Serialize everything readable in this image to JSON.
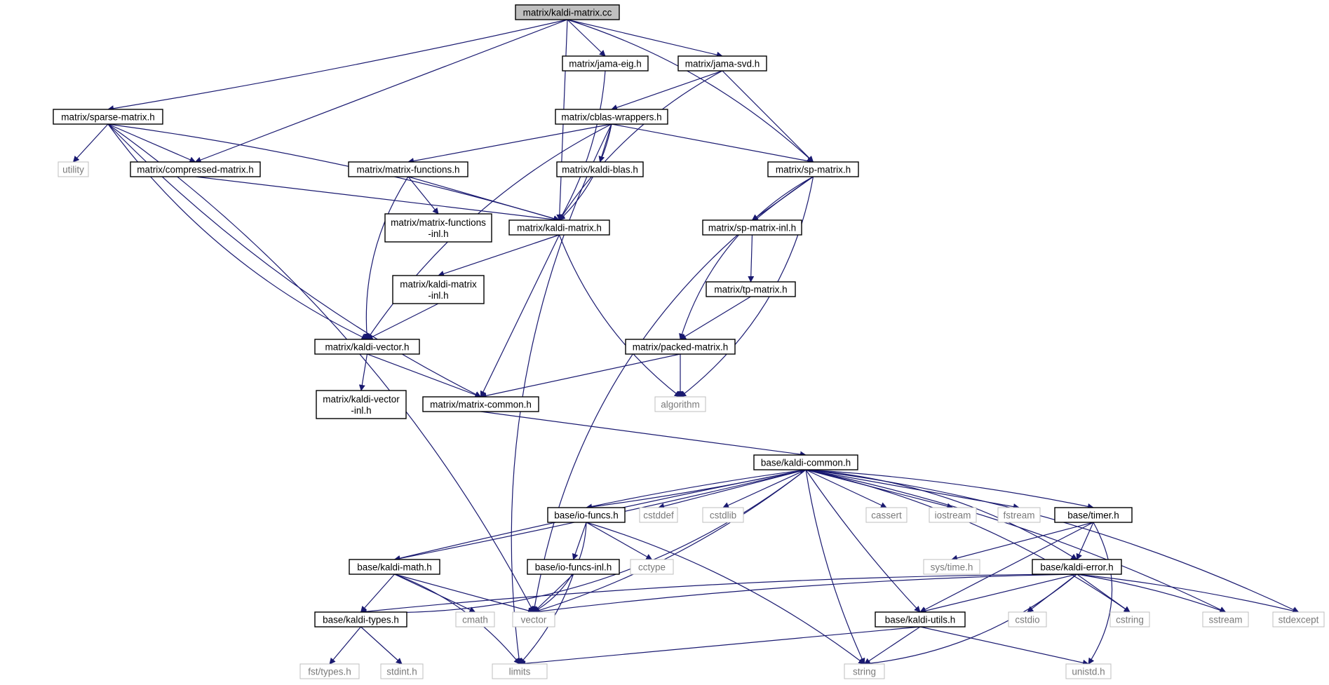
{
  "diagram": {
    "type": "include-dependency-graph",
    "colors": {
      "edge": "#191970",
      "root_fill": "#bfbfbf",
      "node_border": "#000000",
      "system_border": "#bfbfbf",
      "background": "#ffffff"
    },
    "nodes": [
      {
        "id": "root",
        "label": [
          "matrix/kaldi-matrix.cc"
        ],
        "kind": "root"
      },
      {
        "id": "sparse",
        "label": [
          "matrix/sparse-matrix.h"
        ],
        "kind": "header"
      },
      {
        "id": "jamaeig",
        "label": [
          "matrix/jama-eig.h"
        ],
        "kind": "header"
      },
      {
        "id": "jamasvd",
        "label": [
          "matrix/jama-svd.h"
        ],
        "kind": "header"
      },
      {
        "id": "cblas",
        "label": [
          "matrix/cblas-wrappers.h"
        ],
        "kind": "header"
      },
      {
        "id": "utility",
        "label": [
          "utility"
        ],
        "kind": "system"
      },
      {
        "id": "compressed",
        "label": [
          "matrix/compressed-matrix.h"
        ],
        "kind": "header"
      },
      {
        "id": "mfuncs",
        "label": [
          "matrix/matrix-functions.h"
        ],
        "kind": "header"
      },
      {
        "id": "kblas",
        "label": [
          "matrix/kaldi-blas.h"
        ],
        "kind": "header"
      },
      {
        "id": "spmatrix",
        "label": [
          "matrix/sp-matrix.h"
        ],
        "kind": "header"
      },
      {
        "id": "mfuncsinl",
        "label": [
          "matrix/matrix-functions",
          "-inl.h"
        ],
        "kind": "header"
      },
      {
        "id": "kmatrix",
        "label": [
          "matrix/kaldi-matrix.h"
        ],
        "kind": "header"
      },
      {
        "id": "spinl",
        "label": [
          "matrix/sp-matrix-inl.h"
        ],
        "kind": "header"
      },
      {
        "id": "kmatrixinl",
        "label": [
          "matrix/kaldi-matrix",
          "-inl.h"
        ],
        "kind": "header"
      },
      {
        "id": "tpmatrix",
        "label": [
          "matrix/tp-matrix.h"
        ],
        "kind": "header"
      },
      {
        "id": "kvector",
        "label": [
          "matrix/kaldi-vector.h"
        ],
        "kind": "header"
      },
      {
        "id": "packed",
        "label": [
          "matrix/packed-matrix.h"
        ],
        "kind": "header"
      },
      {
        "id": "kvectorinl",
        "label": [
          "matrix/kaldi-vector",
          "-inl.h"
        ],
        "kind": "header"
      },
      {
        "id": "mcommon",
        "label": [
          "matrix/matrix-common.h"
        ],
        "kind": "header"
      },
      {
        "id": "algorithm",
        "label": [
          "algorithm"
        ],
        "kind": "system"
      },
      {
        "id": "kcommon",
        "label": [
          "base/kaldi-common.h"
        ],
        "kind": "header"
      },
      {
        "id": "iofuncs",
        "label": [
          "base/io-funcs.h"
        ],
        "kind": "header"
      },
      {
        "id": "cstddef",
        "label": [
          "cstddef"
        ],
        "kind": "system"
      },
      {
        "id": "cstdlib",
        "label": [
          "cstdlib"
        ],
        "kind": "system"
      },
      {
        "id": "cassert",
        "label": [
          "cassert"
        ],
        "kind": "system"
      },
      {
        "id": "iostream",
        "label": [
          "iostream"
        ],
        "kind": "system"
      },
      {
        "id": "fstream",
        "label": [
          "fstream"
        ],
        "kind": "system"
      },
      {
        "id": "timer",
        "label": [
          "base/timer.h"
        ],
        "kind": "header"
      },
      {
        "id": "kmath",
        "label": [
          "base/kaldi-math.h"
        ],
        "kind": "header"
      },
      {
        "id": "iofuncsinl",
        "label": [
          "base/io-funcs-inl.h"
        ],
        "kind": "header"
      },
      {
        "id": "cctype",
        "label": [
          "cctype"
        ],
        "kind": "system"
      },
      {
        "id": "systime",
        "label": [
          "sys/time.h"
        ],
        "kind": "system"
      },
      {
        "id": "kerror",
        "label": [
          "base/kaldi-error.h"
        ],
        "kind": "header"
      },
      {
        "id": "ktypes",
        "label": [
          "base/kaldi-types.h"
        ],
        "kind": "header"
      },
      {
        "id": "cmath",
        "label": [
          "cmath"
        ],
        "kind": "system"
      },
      {
        "id": "vector",
        "label": [
          "vector"
        ],
        "kind": "system"
      },
      {
        "id": "kutils",
        "label": [
          "base/kaldi-utils.h"
        ],
        "kind": "header"
      },
      {
        "id": "cstdio",
        "label": [
          "cstdio"
        ],
        "kind": "system"
      },
      {
        "id": "cstring",
        "label": [
          "cstring"
        ],
        "kind": "system"
      },
      {
        "id": "sstream",
        "label": [
          "sstream"
        ],
        "kind": "system"
      },
      {
        "id": "stdexcept",
        "label": [
          "stdexcept"
        ],
        "kind": "system"
      },
      {
        "id": "fsttypes",
        "label": [
          "fst/types.h"
        ],
        "kind": "system"
      },
      {
        "id": "stdint",
        "label": [
          "stdint.h"
        ],
        "kind": "system"
      },
      {
        "id": "limits",
        "label": [
          "limits"
        ],
        "kind": "system"
      },
      {
        "id": "string",
        "label": [
          "string"
        ],
        "kind": "system"
      },
      {
        "id": "unistd",
        "label": [
          "unistd.h"
        ],
        "kind": "system"
      }
    ],
    "edges": [
      [
        "root",
        "sparse"
      ],
      [
        "root",
        "compressed"
      ],
      [
        "root",
        "kmatrix"
      ],
      [
        "root",
        "jamaeig"
      ],
      [
        "root",
        "jamasvd"
      ],
      [
        "root",
        "spmatrix"
      ],
      [
        "jamaeig",
        "kmatrix"
      ],
      [
        "jamasvd",
        "cblas"
      ],
      [
        "jamasvd",
        "kmatrix"
      ],
      [
        "jamasvd",
        "spmatrix"
      ],
      [
        "sparse",
        "utility"
      ],
      [
        "sparse",
        "compressed"
      ],
      [
        "sparse",
        "kmatrix"
      ],
      [
        "sparse",
        "kvector"
      ],
      [
        "sparse",
        "mcommon"
      ],
      [
        "sparse",
        "vector"
      ],
      [
        "compressed",
        "kmatrix"
      ],
      [
        "cblas",
        "mfuncs"
      ],
      [
        "cblas",
        "kblas"
      ],
      [
        "cblas",
        "kmatrix"
      ],
      [
        "cblas",
        "spmatrix"
      ],
      [
        "cblas",
        "kvector"
      ],
      [
        "cblas",
        "limits"
      ],
      [
        "mfuncs",
        "mfuncsinl"
      ],
      [
        "mfuncs",
        "kmatrix"
      ],
      [
        "mfuncs",
        "kvector"
      ],
      [
        "spmatrix",
        "spinl"
      ],
      [
        "spmatrix",
        "packed"
      ],
      [
        "spmatrix",
        "algorithm"
      ],
      [
        "spmatrix",
        "vector"
      ],
      [
        "spinl",
        "tpmatrix"
      ],
      [
        "tpmatrix",
        "packed"
      ],
      [
        "kmatrix",
        "kmatrixinl"
      ],
      [
        "kmatrix",
        "mcommon"
      ],
      [
        "kmatrix",
        "algorithm"
      ],
      [
        "kmatrixinl",
        "kvector"
      ],
      [
        "kvector",
        "kvectorinl"
      ],
      [
        "kvector",
        "mcommon"
      ],
      [
        "packed",
        "mcommon"
      ],
      [
        "packed",
        "algorithm"
      ],
      [
        "mcommon",
        "kcommon"
      ],
      [
        "kcommon",
        "iofuncs"
      ],
      [
        "kcommon",
        "kmath"
      ],
      [
        "kcommon",
        "ktypes"
      ],
      [
        "kcommon",
        "vector"
      ],
      [
        "kcommon",
        "cstddef"
      ],
      [
        "kcommon",
        "cstdlib"
      ],
      [
        "kcommon",
        "cassert"
      ],
      [
        "kcommon",
        "iostream"
      ],
      [
        "kcommon",
        "fstream"
      ],
      [
        "kcommon",
        "timer"
      ],
      [
        "kcommon",
        "kerror"
      ],
      [
        "kcommon",
        "kutils"
      ],
      [
        "kcommon",
        "string"
      ],
      [
        "kcommon",
        "cstring"
      ],
      [
        "kcommon",
        "sstream"
      ],
      [
        "kcommon",
        "stdexcept"
      ],
      [
        "iofuncs",
        "kcommon"
      ],
      [
        "iofuncs",
        "iofuncsinl"
      ],
      [
        "iofuncs",
        "cctype"
      ],
      [
        "iofuncs",
        "vector"
      ],
      [
        "iofuncs",
        "string"
      ],
      [
        "kmath",
        "kcommon"
      ],
      [
        "kmath",
        "ktypes"
      ],
      [
        "kmath",
        "cmath"
      ],
      [
        "kmath",
        "vector"
      ],
      [
        "kmath",
        "limits"
      ],
      [
        "iofuncsinl",
        "vector"
      ],
      [
        "iofuncsinl",
        "limits"
      ],
      [
        "timer",
        "systime"
      ],
      [
        "timer",
        "kerror"
      ],
      [
        "timer",
        "kutils"
      ],
      [
        "timer",
        "unistd"
      ],
      [
        "kerror",
        "ktypes"
      ],
      [
        "kerror",
        "vector"
      ],
      [
        "kerror",
        "kutils"
      ],
      [
        "kerror",
        "cstdio"
      ],
      [
        "kerror",
        "cstring"
      ],
      [
        "kerror",
        "sstream"
      ],
      [
        "kerror",
        "stdexcept"
      ],
      [
        "kerror",
        "string"
      ],
      [
        "ktypes",
        "fsttypes"
      ],
      [
        "ktypes",
        "stdint"
      ],
      [
        "kutils",
        "limits"
      ],
      [
        "kutils",
        "string"
      ],
      [
        "kutils",
        "unistd"
      ]
    ]
  }
}
